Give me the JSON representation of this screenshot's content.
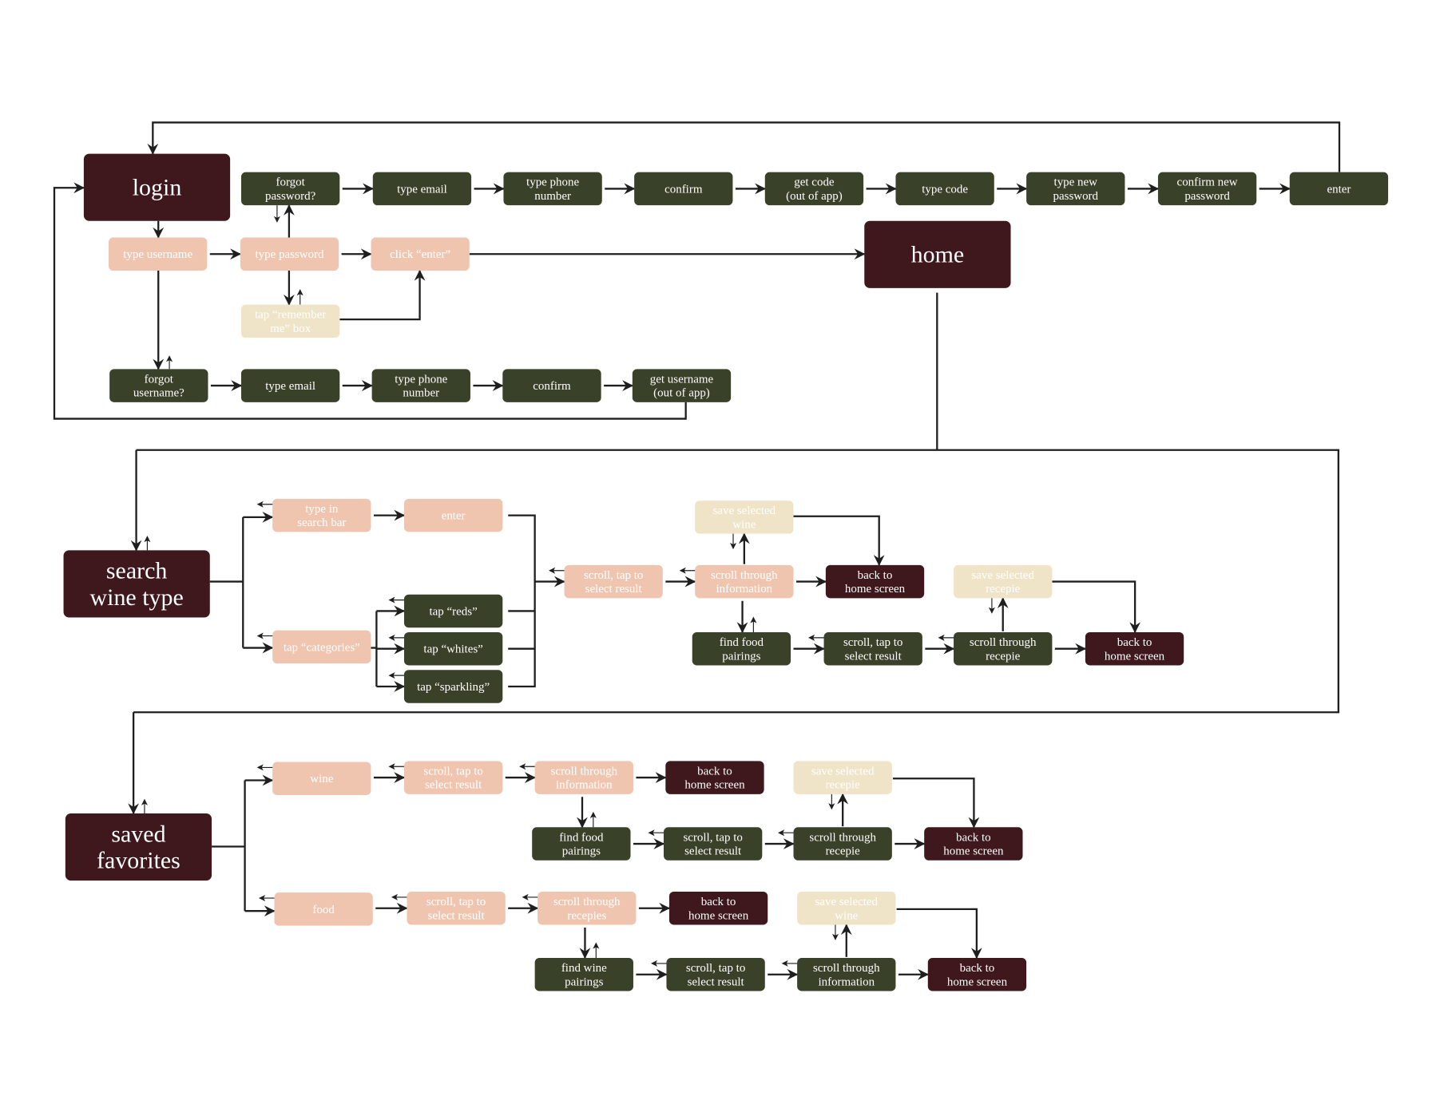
{
  "palette": {
    "maroon": "#3e181c",
    "green": "#3a4129",
    "peach": "#f0c5b0",
    "cream": "#f0e4c8",
    "line": "#1e1e1e",
    "text": "#ffffff"
  },
  "nodes": [
    {
      "id": "login",
      "kind": "maroon",
      "big": true,
      "lines": [
        "login"
      ]
    },
    {
      "id": "fp",
      "kind": "green",
      "lines": [
        "forgot",
        "password?"
      ]
    },
    {
      "id": "fp_email",
      "kind": "green",
      "lines": [
        "type email"
      ]
    },
    {
      "id": "fp_phone",
      "kind": "green",
      "lines": [
        "type phone",
        "number"
      ]
    },
    {
      "id": "fp_confirm",
      "kind": "green",
      "lines": [
        "confirm"
      ]
    },
    {
      "id": "fp_code",
      "kind": "green",
      "lines": [
        "get code",
        "(out of app)"
      ]
    },
    {
      "id": "fp_typecode",
      "kind": "green",
      "lines": [
        "type code"
      ]
    },
    {
      "id": "fp_newpw",
      "kind": "green",
      "lines": [
        "type new",
        "password"
      ]
    },
    {
      "id": "fp_confirmpw",
      "kind": "green",
      "lines": [
        "confirm new",
        "password"
      ]
    },
    {
      "id": "fp_enter",
      "kind": "green",
      "lines": [
        "enter"
      ]
    },
    {
      "id": "username",
      "kind": "peach",
      "lines": [
        "type username"
      ]
    },
    {
      "id": "password",
      "kind": "peach",
      "lines": [
        "type password"
      ]
    },
    {
      "id": "click_enter",
      "kind": "peach",
      "lines": [
        "click “enter”"
      ]
    },
    {
      "id": "remember",
      "kind": "cream",
      "lines": [
        "tap “remember",
        "me” box"
      ]
    },
    {
      "id": "home",
      "kind": "maroon",
      "big": true,
      "lines": [
        "home"
      ]
    },
    {
      "id": "fu",
      "kind": "green",
      "lines": [
        "forgot",
        "username?"
      ]
    },
    {
      "id": "fu_email",
      "kind": "green",
      "lines": [
        "type email"
      ]
    },
    {
      "id": "fu_phone",
      "kind": "green",
      "lines": [
        "type phone",
        "number"
      ]
    },
    {
      "id": "fu_confirm",
      "kind": "green",
      "lines": [
        "confirm"
      ]
    },
    {
      "id": "fu_get",
      "kind": "green",
      "lines": [
        "get username",
        "(out of app)"
      ]
    },
    {
      "id": "search",
      "kind": "maroon",
      "big": true,
      "lines": [
        "search",
        "wine type"
      ]
    },
    {
      "id": "searchbar",
      "kind": "peach",
      "lines": [
        "type in",
        "search bar"
      ]
    },
    {
      "id": "enter2",
      "kind": "peach",
      "lines": [
        "enter"
      ]
    },
    {
      "id": "categories",
      "kind": "peach",
      "lines": [
        "tap “categories”"
      ]
    },
    {
      "id": "reds",
      "kind": "green",
      "lines": [
        "tap “reds”"
      ]
    },
    {
      "id": "whites",
      "kind": "green",
      "lines": [
        "tap “whites”"
      ]
    },
    {
      "id": "sparkling",
      "kind": "green",
      "lines": [
        "tap “sparkling”"
      ]
    },
    {
      "id": "s_result",
      "kind": "peach",
      "lines": [
        "scroll, tap to",
        "select result"
      ]
    },
    {
      "id": "s_info",
      "kind": "peach",
      "lines": [
        "scroll through",
        "information"
      ]
    },
    {
      "id": "s_save",
      "kind": "cream",
      "lines": [
        "save selected",
        "wine"
      ]
    },
    {
      "id": "s_back",
      "kind": "maroon",
      "lines": [
        "back to",
        "home screen"
      ]
    },
    {
      "id": "s_food",
      "kind": "green",
      "lines": [
        "find food",
        "pairings"
      ]
    },
    {
      "id": "s_food_result",
      "kind": "green",
      "lines": [
        "scroll, tap to",
        "select result"
      ]
    },
    {
      "id": "s_recipe",
      "kind": "green",
      "lines": [
        "scroll through",
        "recepie"
      ]
    },
    {
      "id": "s_save_r",
      "kind": "cream",
      "lines": [
        "save selected",
        "recepie"
      ]
    },
    {
      "id": "s_back2",
      "kind": "maroon",
      "lines": [
        "back to",
        "home screen"
      ]
    },
    {
      "id": "saved",
      "kind": "maroon",
      "big": true,
      "lines": [
        "saved",
        "favorites"
      ]
    },
    {
      "id": "wine",
      "kind": "peach",
      "lines": [
        "wine"
      ]
    },
    {
      "id": "w_result",
      "kind": "peach",
      "lines": [
        "scroll, tap to",
        "select result"
      ]
    },
    {
      "id": "w_info",
      "kind": "peach",
      "lines": [
        "scroll through",
        "information"
      ]
    },
    {
      "id": "w_back",
      "kind": "maroon",
      "lines": [
        "back to",
        "home screen"
      ]
    },
    {
      "id": "w_food",
      "kind": "green",
      "lines": [
        "find food",
        "pairings"
      ]
    },
    {
      "id": "w_food_result",
      "kind": "green",
      "lines": [
        "scroll, tap to",
        "select result"
      ]
    },
    {
      "id": "w_recipe",
      "kind": "green",
      "lines": [
        "scroll through",
        "recepie"
      ]
    },
    {
      "id": "w_save",
      "kind": "cream",
      "lines": [
        "save selected",
        "recepie"
      ]
    },
    {
      "id": "w_back2",
      "kind": "maroon",
      "lines": [
        "back to",
        "home screen"
      ]
    },
    {
      "id": "food",
      "kind": "peach",
      "lines": [
        "food"
      ]
    },
    {
      "id": "f_result",
      "kind": "peach",
      "lines": [
        "scroll, tap to",
        "select result"
      ]
    },
    {
      "id": "f_recipes",
      "kind": "peach",
      "lines": [
        "scroll through",
        "recepies"
      ]
    },
    {
      "id": "f_back",
      "kind": "maroon",
      "lines": [
        "back to",
        "home screen"
      ]
    },
    {
      "id": "f_wine",
      "kind": "green",
      "lines": [
        "find wine",
        "pairings"
      ]
    },
    {
      "id": "f_wine_result",
      "kind": "green",
      "lines": [
        "scroll, tap to",
        "select result"
      ]
    },
    {
      "id": "f_info",
      "kind": "green",
      "lines": [
        "scroll through",
        "information"
      ]
    },
    {
      "id": "f_save",
      "kind": "cream",
      "lines": [
        "save selected",
        "wine"
      ]
    },
    {
      "id": "f_back2",
      "kind": "maroon",
      "lines": [
        "back to",
        "home screen"
      ]
    }
  ]
}
